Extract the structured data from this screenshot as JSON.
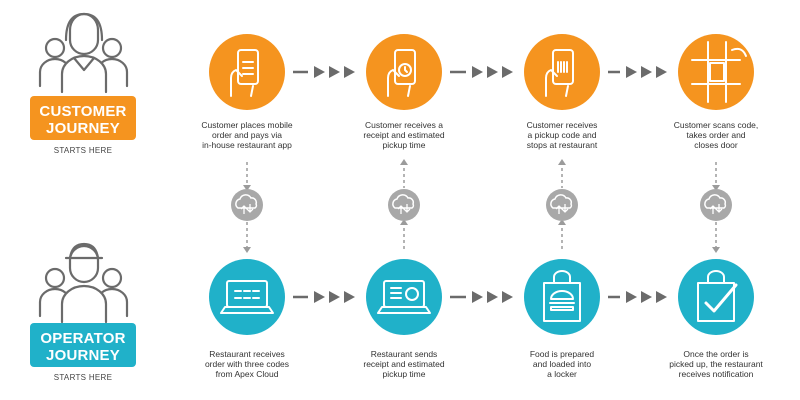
{
  "customer": {
    "title_lines": [
      "CUSTOMER",
      "JOURNEY"
    ],
    "starts": "STARTS HERE",
    "color": "#f5941f",
    "steps": [
      {
        "icon": "phone-menu-icon",
        "caption": [
          "Customer places mobile",
          "order and pays via",
          "in-house restaurant app"
        ]
      },
      {
        "icon": "phone-receipt-icon",
        "caption": [
          "Customer receives a",
          "receipt and estimated",
          "pickup time"
        ]
      },
      {
        "icon": "phone-barcode-icon",
        "caption": [
          "Customer receives",
          "a pickup code and",
          "stops at restaurant"
        ]
      },
      {
        "icon": "locker-hand-icon",
        "caption": [
          "Customer scans code,",
          "takes order and",
          "closes door"
        ]
      }
    ]
  },
  "operator": {
    "title_lines": [
      "OPERATOR",
      "JOURNEY"
    ],
    "starts": "STARTS HERE",
    "color": "#20b1c9",
    "steps": [
      {
        "icon": "laptop-codes-icon",
        "caption": [
          "Restaurant receives",
          "order with three codes",
          "from Apex Cloud"
        ]
      },
      {
        "icon": "laptop-receipt-icon",
        "caption": [
          "Restaurant sends",
          "receipt and estimated",
          "pickup time"
        ]
      },
      {
        "icon": "bag-burger-icon",
        "caption": [
          "Food is prepared",
          "and loaded into",
          "a locker"
        ]
      },
      {
        "icon": "bag-check-icon",
        "caption": [
          "Once the order is",
          "picked up, the restaurant",
          "receives notification"
        ]
      }
    ]
  },
  "colors": {
    "arrow": "#6b6b6b",
    "dashed": "#9b9b9b",
    "cloud": "#a8a8a8",
    "persona": "#6b6b6b"
  }
}
